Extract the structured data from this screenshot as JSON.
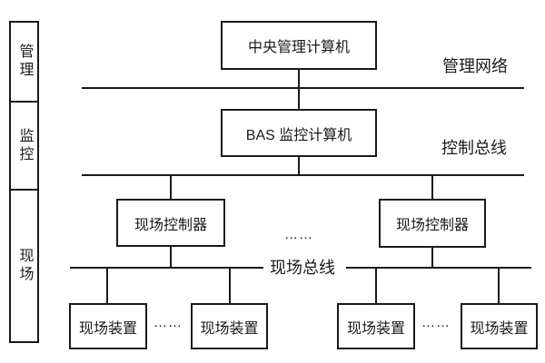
{
  "sidebar": {
    "sections": [
      {
        "label": "管理"
      },
      {
        "label": "监控"
      },
      {
        "label": "现场"
      }
    ]
  },
  "nodes": {
    "central": {
      "label": "中央管理计算机"
    },
    "bas": {
      "label": "BAS 监控计算机"
    },
    "controller_left": {
      "label": "现场控制器"
    },
    "controller_right": {
      "label": "现场控制器"
    },
    "device_1": {
      "label": "现场装置"
    },
    "device_2": {
      "label": "现场装置"
    },
    "device_3": {
      "label": "现场装置"
    },
    "device_4": {
      "label": "现场装置"
    }
  },
  "buses": {
    "management_network": {
      "label": "管理网络"
    },
    "control_bus": {
      "label": "控制总线"
    },
    "field_bus": {
      "label": "现场总线"
    }
  },
  "ellipsis": {
    "controllers": "……",
    "devices_left": "……",
    "devices_right": "……"
  },
  "colors": {
    "line": "#1a1a1a",
    "background": "#ffffff",
    "text": "#1a1a1a"
  }
}
